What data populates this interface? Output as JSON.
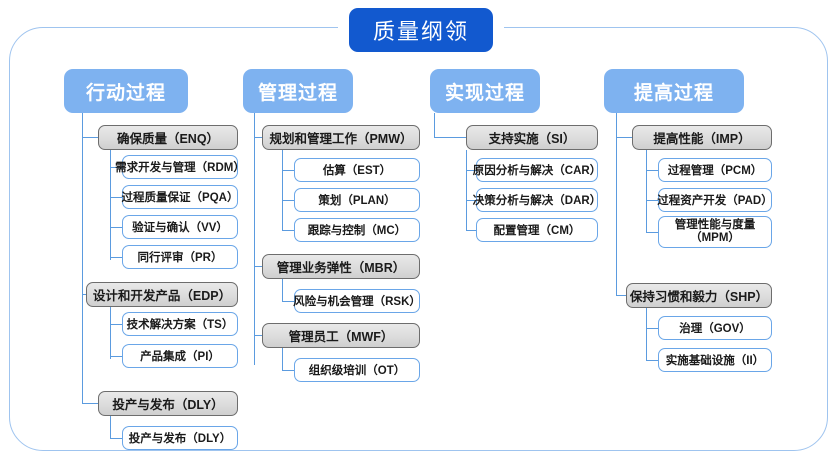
{
  "title": "质量纲领",
  "colors": {
    "root_bg": "#1259cf",
    "category_bg": "#7eb2f0",
    "frame_border": "#9fc4ef",
    "connector": "#5b9bdf",
    "level2_border": "#6d6d6d",
    "level3_border": "#6aa6e8"
  },
  "columns": [
    {
      "header": "行动过程",
      "groups": [
        {
          "label": "确保质量（ENQ）",
          "children": [
            "需求开发与管理（RDM）",
            "过程质量保证（PQA）",
            "验证与确认（VV）",
            "同行评审（PR）"
          ]
        },
        {
          "label": "设计和开发产品（EDP）",
          "children": [
            "技术解决方案（TS）",
            "产品集成（PI）"
          ]
        },
        {
          "label": "投产与发布（DLY）",
          "children": [
            "投产与发布（DLY）"
          ]
        }
      ]
    },
    {
      "header": "管理过程",
      "groups": [
        {
          "label": "规划和管理工作（PMW）",
          "children": [
            "估算（EST）",
            "策划（PLAN）",
            "跟踪与控制（MC）"
          ]
        },
        {
          "label": "管理业务弹性（MBR）",
          "children": [
            "风险与机会管理（RSK）"
          ]
        },
        {
          "label": "管理员工（MWF）",
          "children": [
            "组织级培训（OT）"
          ]
        }
      ]
    },
    {
      "header": "实现过程",
      "groups": [
        {
          "label": "支持实施（SI）",
          "children": [
            "原因分析与解决（CAR）",
            "决策分析与解决（DAR）",
            "配置管理（CM）"
          ]
        }
      ]
    },
    {
      "header": "提高过程",
      "groups": [
        {
          "label": "提高性能（IMP）",
          "children": [
            "过程管理（PCM）",
            "过程资产开发（PAD）",
            "管理性能与度量\n（MPM）"
          ]
        },
        {
          "label": "保持习惯和毅力（SHP）",
          "children": [
            "治理（GOV）",
            "实施基础设施（II）"
          ]
        }
      ]
    }
  ]
}
